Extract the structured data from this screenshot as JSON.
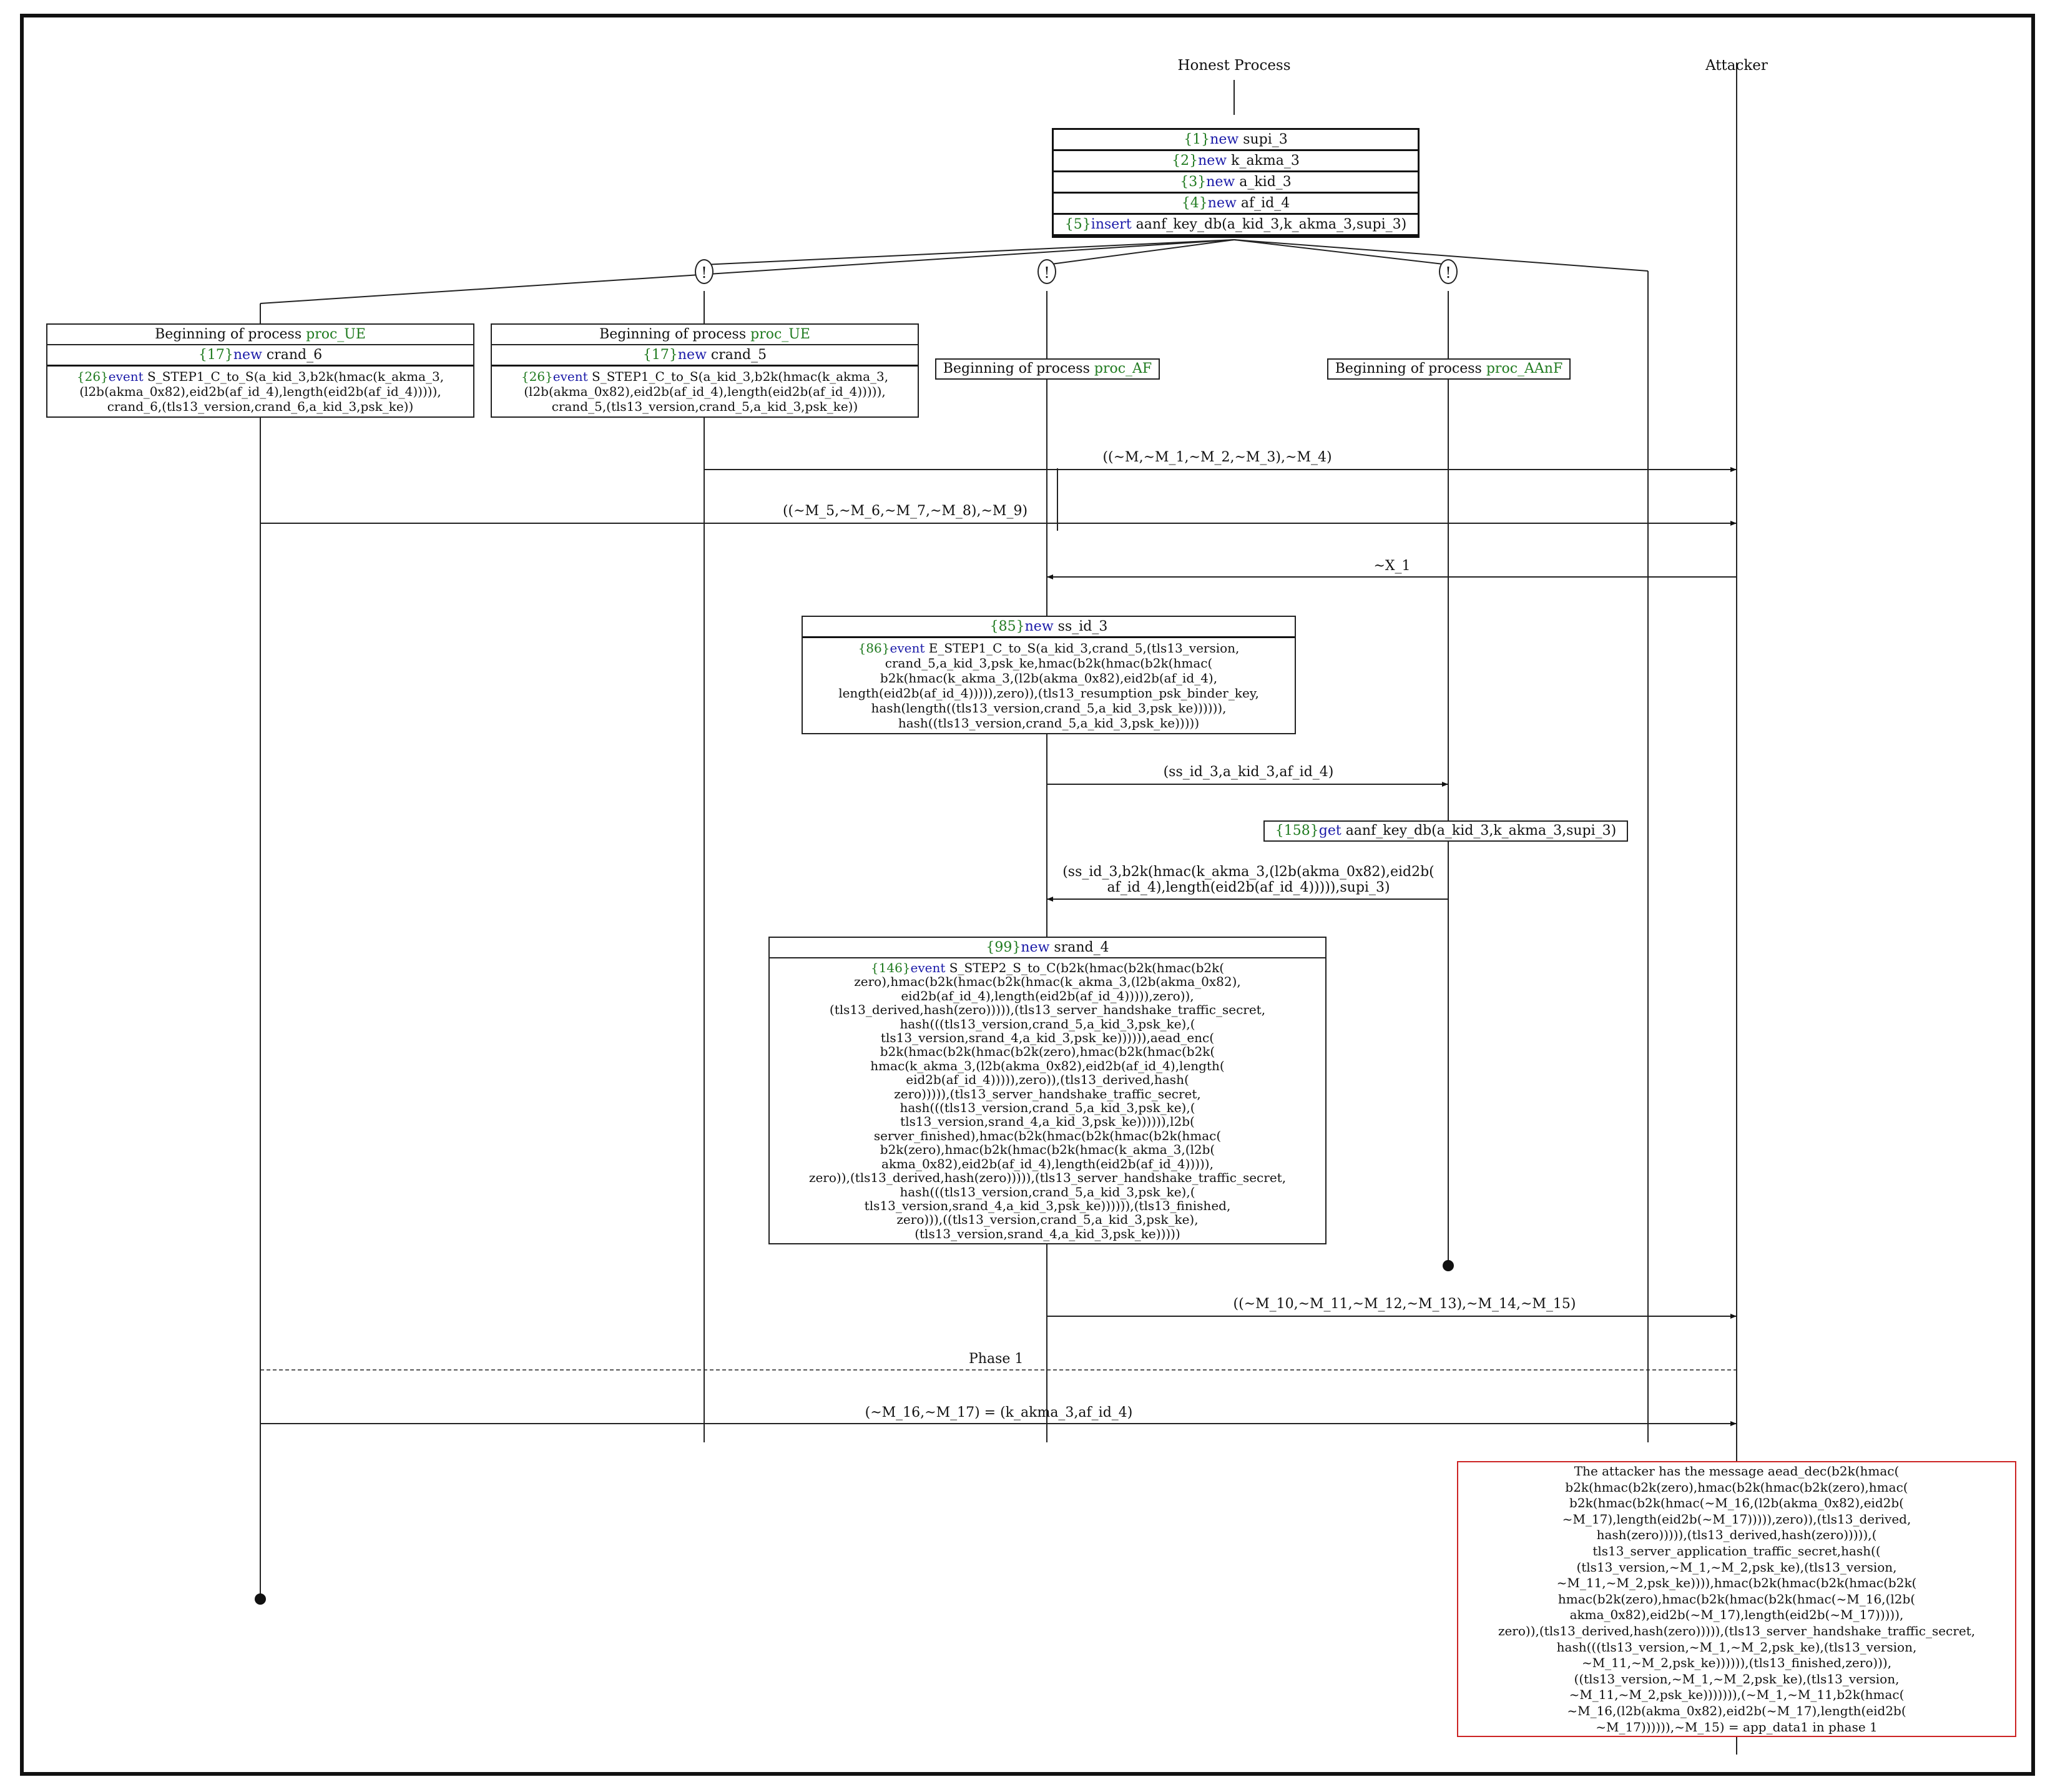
{
  "lanes": {
    "honest": "Honest Process",
    "attacker": "Attacker"
  },
  "root_box": [
    {
      "num": "{1}",
      "kw": "new",
      "text": " supi_3"
    },
    {
      "num": "{2}",
      "kw": "new",
      "text": " k_akma_3"
    },
    {
      "num": "{3}",
      "kw": "new",
      "text": " a_kid_3"
    },
    {
      "num": "{4}",
      "kw": "new",
      "text": " af_id_4"
    },
    {
      "num": "{5}",
      "kw": "insert",
      "text": "   aanf_key_db(a_kid_3,k_akma_3,supi_3)"
    }
  ],
  "replication": "!",
  "ue6": {
    "begin": "Beginning of process ",
    "proc": "proc_UE",
    "new_num": "{17}",
    "new_kw": "new",
    "new_text": " crand_6",
    "ev_num": "{26}",
    "ev_kw": "event",
    "ev_text": " S_STEP1_C_to_S(a_kid_3,b2k(hmac(k_akma_3,\n(l2b(akma_0x82),eid2b(af_id_4),length(eid2b(af_id_4))))),\ncrand_6,(tls13_version,crand_6,a_kid_3,psk_ke))"
  },
  "ue5": {
    "begin": "Beginning of process ",
    "proc": "proc_UE",
    "new_num": "{17}",
    "new_kw": "new",
    "new_text": " crand_5",
    "ev_num": "{26}",
    "ev_kw": "event",
    "ev_text": " S_STEP1_C_to_S(a_kid_3,b2k(hmac(k_akma_3,\n(l2b(akma_0x82),eid2b(af_id_4),length(eid2b(af_id_4))))),\ncrand_5,(tls13_version,crand_5,a_kid_3,psk_ke))"
  },
  "af": {
    "begin": "Beginning of process ",
    "proc": "proc_AF"
  },
  "aanf": {
    "begin": "Beginning of process ",
    "proc": "proc_AAnF"
  },
  "messages": {
    "m1": "((~M,~M_1,~M_2,~M_3),~M_4)",
    "m2": "((~M_5,~M_6,~M_7,~M_8),~M_9)",
    "m3": "~X_1",
    "m4": "(ss_id_3,a_kid_3,af_id_4)",
    "m5": "(ss_id_3,b2k(hmac(k_akma_3,(l2b(akma_0x82),eid2b(\naf_id_4),length(eid2b(af_id_4))))),supi_3)",
    "m6": "((~M_10,~M_11,~M_12,~M_13),~M_14,~M_15)",
    "m7": "(~M_16,~M_17) = (k_akma_3,af_id_4)"
  },
  "af_box1": {
    "new_num": "{85}",
    "new_kw": "new",
    "new_text": " ss_id_3",
    "ev_num": "{86}",
    "ev_kw": "event",
    "ev_text": " E_STEP1_C_to_S(a_kid_3,crand_5,(tls13_version,\ncrand_5,a_kid_3,psk_ke,hmac(b2k(hmac(b2k(hmac(\nb2k(hmac(k_akma_3,(l2b(akma_0x82),eid2b(af_id_4),\nlength(eid2b(af_id_4))))),zero)),(tls13_resumption_psk_binder_key,\nhash(length((tls13_version,crand_5,a_kid_3,psk_ke)))))),\nhash((tls13_version,crand_5,a_kid_3,psk_ke)))))"
  },
  "aanf_get": {
    "num": "{158}",
    "kw": "get",
    "text": "   aanf_key_db(a_kid_3,k_akma_3,supi_3)"
  },
  "af_box2": {
    "new_num": "{99}",
    "new_kw": "new",
    "new_text": " srand_4",
    "ev_num": "{146}",
    "ev_kw": "event",
    "ev_text": " S_STEP2_S_to_C(b2k(hmac(b2k(hmac(b2k(\nzero),hmac(b2k(hmac(b2k(hmac(k_akma_3,(l2b(akma_0x82),\neid2b(af_id_4),length(eid2b(af_id_4))))),zero)),\n(tls13_derived,hash(zero))))),(tls13_server_handshake_traffic_secret,\nhash(((tls13_version,crand_5,a_kid_3,psk_ke),(\ntls13_version,srand_4,a_kid_3,psk_ke)))))),aead_enc(\nb2k(hmac(b2k(hmac(b2k(zero),hmac(b2k(hmac(b2k(\nhmac(k_akma_3,(l2b(akma_0x82),eid2b(af_id_4),length(\neid2b(af_id_4))))),zero)),(tls13_derived,hash(\nzero))))),(tls13_server_handshake_traffic_secret,\nhash(((tls13_version,crand_5,a_kid_3,psk_ke),(\ntls13_version,srand_4,a_kid_3,psk_ke)))))),l2b(\nserver_finished),hmac(b2k(hmac(b2k(hmac(b2k(hmac(\nb2k(zero),hmac(b2k(hmac(b2k(hmac(k_akma_3,(l2b(\nakma_0x82),eid2b(af_id_4),length(eid2b(af_id_4))))),\nzero)),(tls13_derived,hash(zero))))),(tls13_server_handshake_traffic_secret,\nhash(((tls13_version,crand_5,a_kid_3,psk_ke),(\ntls13_version,srand_4,a_kid_3,psk_ke)))))),(tls13_finished,\nzero))),((tls13_version,crand_5,a_kid_3,psk_ke),\n(tls13_version,srand_4,a_kid_3,psk_ke)))))"
  },
  "phase_label": "Phase 1",
  "attacker_text": "The attacker has the message aead_dec(b2k(hmac(\nb2k(hmac(b2k(zero),hmac(b2k(hmac(b2k(zero),hmac(\nb2k(hmac(b2k(hmac(~M_16,(l2b(akma_0x82),eid2b(\n~M_17),length(eid2b(~M_17))))),zero)),(tls13_derived,\nhash(zero))))),(tls13_derived,hash(zero))))),(\ntls13_server_application_traffic_secret,hash((\n(tls13_version,~M_1,~M_2,psk_ke),(tls13_version,\n~M_11,~M_2,psk_ke)))),hmac(b2k(hmac(b2k(hmac(b2k(\nhmac(b2k(zero),hmac(b2k(hmac(b2k(hmac(~M_16,(l2b(\nakma_0x82),eid2b(~M_17),length(eid2b(~M_17))))),\nzero)),(tls13_derived,hash(zero))))),(tls13_server_handshake_traffic_secret,\nhash(((tls13_version,~M_1,~M_2,psk_ke),(tls13_version,\n~M_11,~M_2,psk_ke)))))),(tls13_finished,zero))),\n((tls13_version,~M_1,~M_2,psk_ke),(tls13_version,\n~M_11,~M_2,psk_ke))))))),(~M_1,~M_11,b2k(hmac(\n~M_16,(l2b(akma_0x82),eid2b(~M_17),length(eid2b(\n~M_17)))))),~M_15) = app_data1 in phase 1"
}
